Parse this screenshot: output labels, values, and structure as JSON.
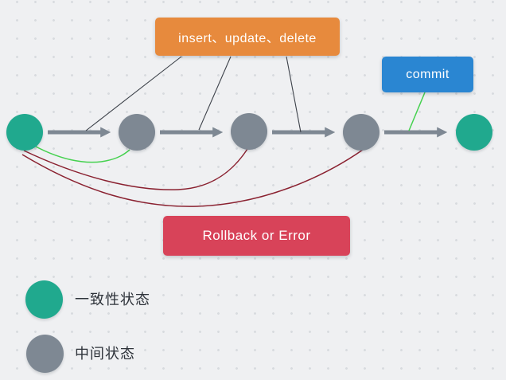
{
  "colors": {
    "bg": "#eff0f2",
    "dot": "#d8dbdf",
    "orange": "#e78a3d",
    "blue": "#2a86d2",
    "red": "#d84359",
    "green-node": "#20a98e",
    "gray-node": "#7e8893",
    "arrow": "#7e8893",
    "thin-line": "#3d424a",
    "green-line": "#45d14f",
    "maroon-line": "#8a2130",
    "text-dark": "#2e333a",
    "text-light": "#ffffff"
  },
  "boxes": {
    "ops": {
      "text": "insert、update、delete"
    },
    "commit": {
      "text": "commit"
    },
    "rollback": {
      "text": "Rollback or Error"
    }
  },
  "nodes": [
    {
      "type": "consistent"
    },
    {
      "type": "intermediate"
    },
    {
      "type": "intermediate"
    },
    {
      "type": "intermediate"
    },
    {
      "type": "consistent"
    }
  ],
  "legend": [
    {
      "label": "一致性状态",
      "color": "#20a98e"
    },
    {
      "label": "中间状态",
      "color": "#7e8893"
    }
  ]
}
